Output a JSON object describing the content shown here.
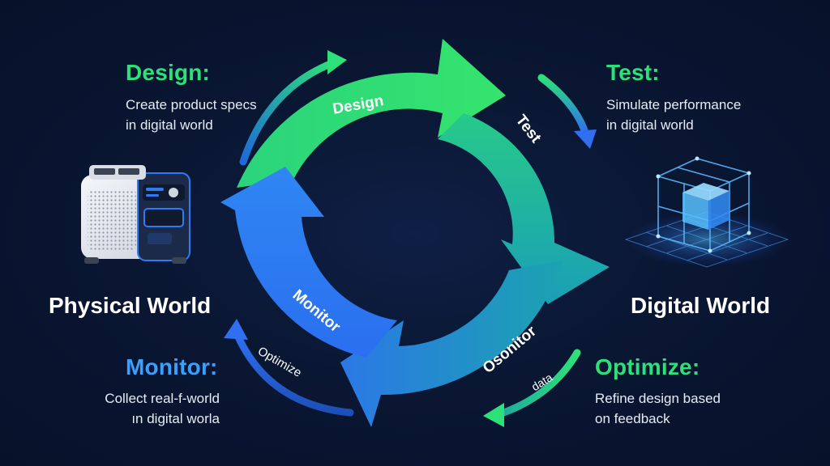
{
  "design_block": {
    "title": "Design:",
    "line1": "Create product specs",
    "line2": "in digital world"
  },
  "test_block": {
    "title": "Test:",
    "line1": "Simulate performance",
    "line2": "in digital world"
  },
  "monitor_block": {
    "title": "Monitor:",
    "line1": "Collect real‑f‑world",
    "line2": "ın digital worla"
  },
  "optimize_block": {
    "title": "Optimize:",
    "line1": "Refine design based",
    "line2": "on feedback"
  },
  "physical_world": "Physical World",
  "digital_world": "Digital World",
  "cycle": {
    "design": "Design",
    "test": "Test",
    "monitor": "Monitor",
    "osonitor": "Osonitor",
    "optimize": "Optimize",
    "data": "data"
  },
  "colors": {
    "green": "#2ee07a",
    "blue": "#2f7bf6",
    "teal": "#1fb8a8",
    "background": "#0a1733"
  },
  "icons": [
    "physical-device-icon",
    "digital-cube-icon"
  ]
}
